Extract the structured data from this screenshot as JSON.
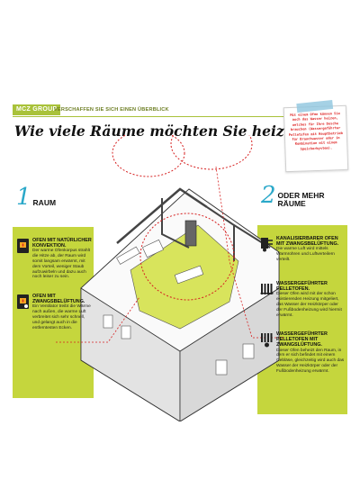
{
  "header": {
    "brand": "MCZ GROUP",
    "subtitle": "VERSCHAFFEN SIE SICH EINEN ÜBERBLICK",
    "title": "Wie viele Räume möchten Sie heizen?"
  },
  "note": {
    "text": "Mit einem Ofen können Sie auch das Wasser heizen, welches für Ihre Dusche brauchen (Wassergeführter Pelletofen mit Hauptbetrieb für Brauchwasser oder in Kombination mit einem Speicherbystem)."
  },
  "option1": {
    "number": "1",
    "label": "RAUM",
    "items": [
      {
        "icon": "stove-icon",
        "title": "OFEN MIT NATÜRLICHER KONVEKTION.",
        "body": "Der warme Ofenkorpus strahlt die Hitze ab, der Raum wird somit langsam erwärmt, mit dem Vorteil, weniger Staub aufzuwirbeln und dazu auch noch leiser zu sein."
      },
      {
        "icon": "stove-fan-icon",
        "title": "OFEN MIT ZWANGSBELÜFTUNG.",
        "body": "Ein Ventilator treibt die Wärme nach außen, die warme Luft verbreitet sich sehr schnell, und gelangt auch in die entferntesten Ecken."
      }
    ]
  },
  "option2": {
    "number": "2",
    "label": "ODER MEHR RÄUME",
    "items": [
      {
        "icon": "duct-fan-icon",
        "title": "KANALISIERBARER OFEN MIT ZWANGSBELÜFTUNG.",
        "body": "Die warme Luft wird mittels Warmrohren und Luftverteilern verteilt."
      },
      {
        "icon": "radiator-icon",
        "title": "WASSERGEFÜHRTER PELLETOFEN.",
        "body": "Dieser Ofen wird mit der schon existierenden Heizung mitgeliert, das Wasser der Heizkörper oder der Fußbodenheizung wird hiermit erwärmt."
      },
      {
        "icon": "radiator-fan-icon",
        "title": "WASSERGEFÜHRTER PELLETOFEN MIT ZWANGSLÜFTUNG.",
        "body": "Dieser Ofen beheizt den Raum, in dem er sich befindet mit einem Gebläse, gleichzeitig wird auch das Wasser der Heizkörper oder der Fußbodenheizung erwärmt."
      }
    ]
  },
  "colors": {
    "accent_green": "#c5d63d",
    "brand_green": "#a9c23a",
    "number_blue": "#2aa8c9",
    "dash_red": "#d62020"
  }
}
